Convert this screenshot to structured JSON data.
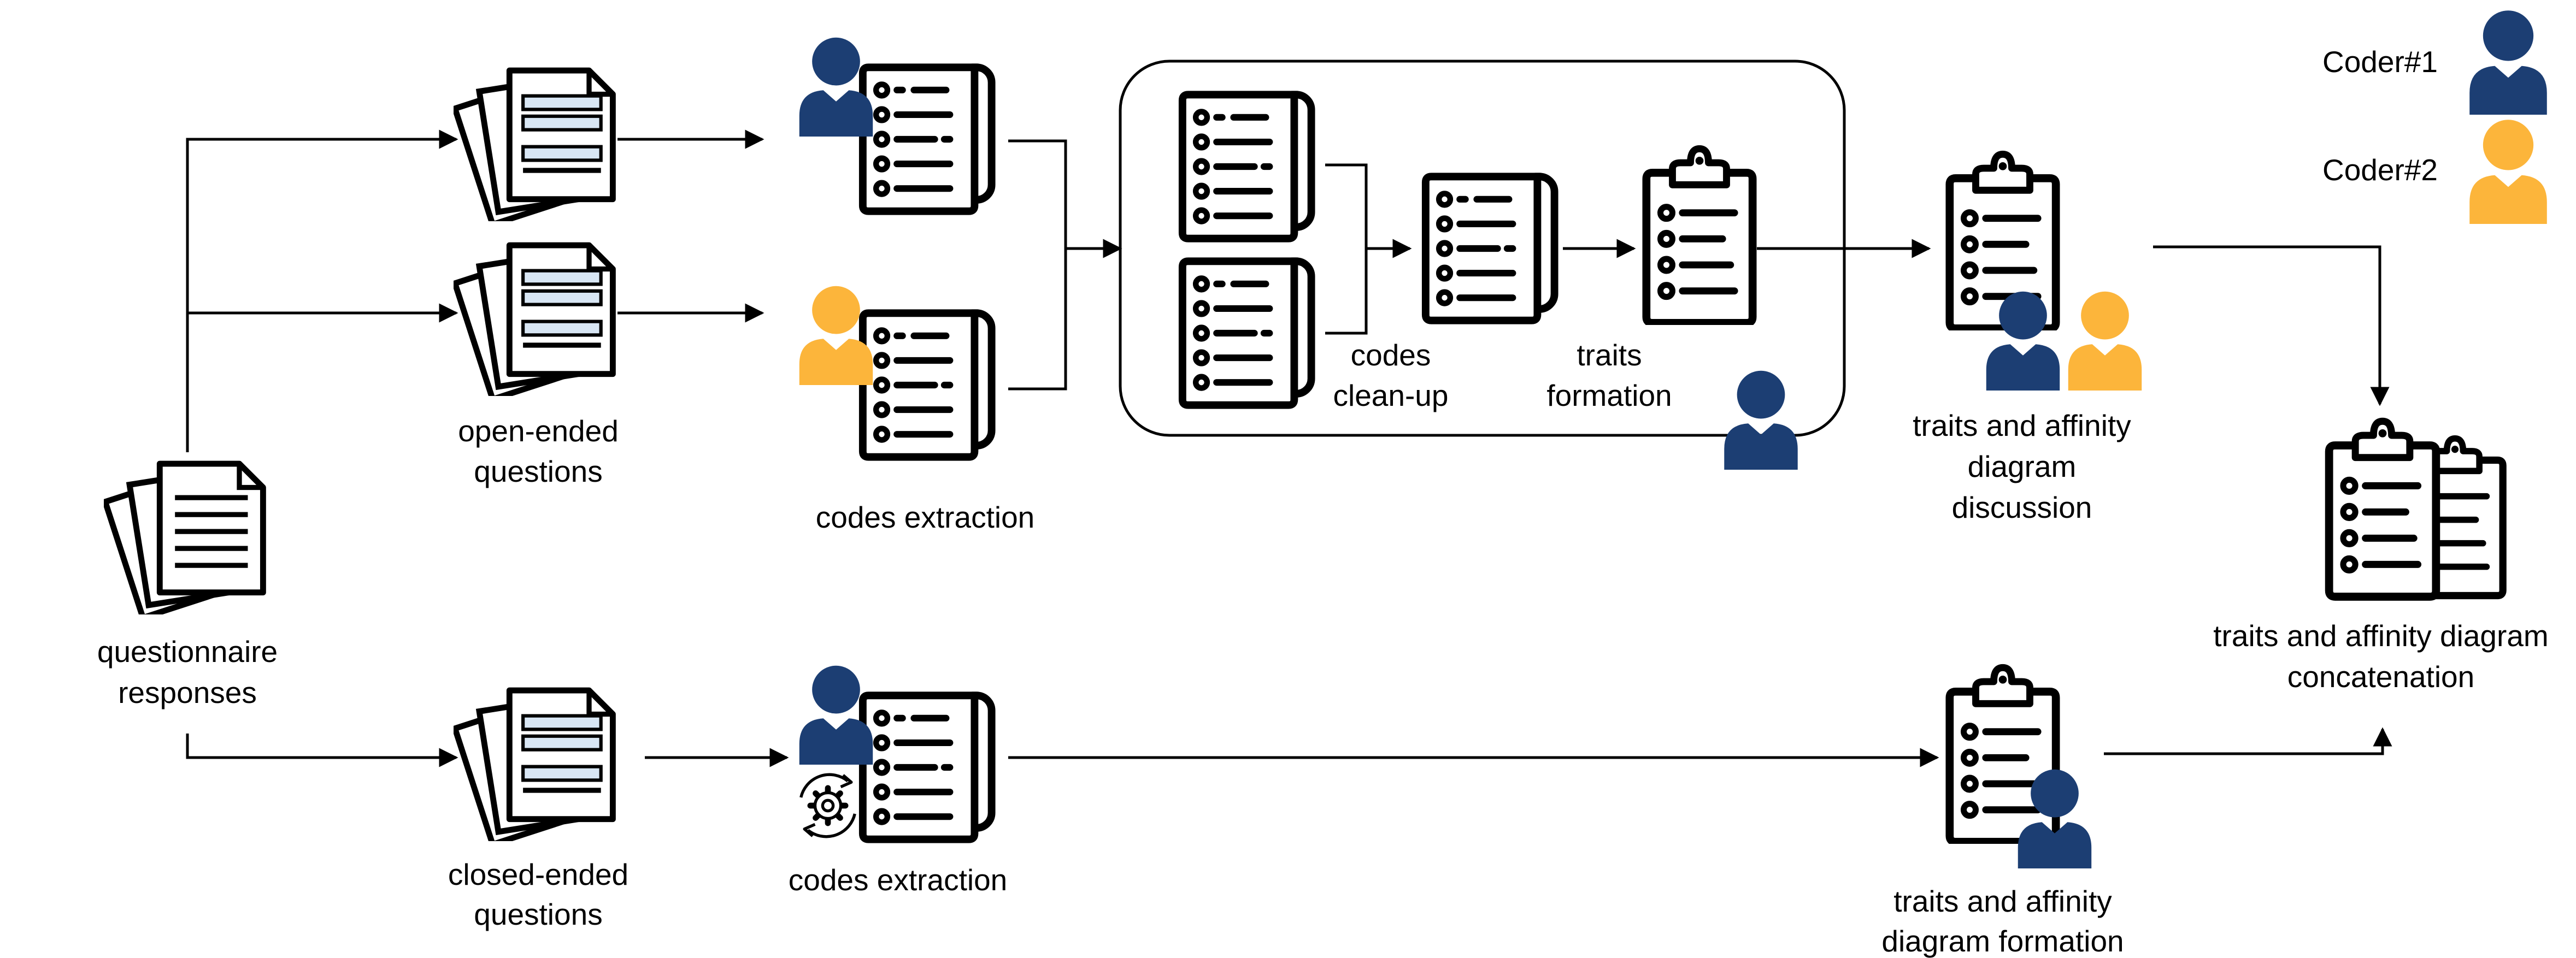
{
  "legend": {
    "coder1_label": "Coder#1",
    "coder2_label": "Coder#2",
    "coder1_color": "#1c3e73",
    "coder2_color": "#fcb53b"
  },
  "colors": {
    "line": "#000000",
    "doc_highlight": "#d8e6f4",
    "page": "#ffffff"
  },
  "nodes": {
    "questionnaire": {
      "label_1": "questionnaire",
      "label_2": "responses",
      "icon": "document-stack-icon"
    },
    "open_ended": {
      "label_1": "open-ended",
      "label_2": "questions",
      "icon": "highlighted-document-stack-icon"
    },
    "closed_ended": {
      "label_1": "closed-ended",
      "label_2": "questions",
      "icon": "highlighted-document-stack-icon"
    },
    "codes_extraction_top": {
      "label": "codes extraction",
      "icon": "scroll-list-icon"
    },
    "codes_extraction_bottom": {
      "label": "codes extraction",
      "icon": "scroll-list-icon"
    },
    "automation": {
      "icon": "gear-refresh-icon"
    },
    "codes_cleanup": {
      "label_1": "codes",
      "label_2": "clean-up",
      "icon": "scroll-list-icon"
    },
    "traits_formation": {
      "label_1": "traits",
      "label_2": "formation",
      "icon": "clipboard-icon"
    },
    "discussion": {
      "label_1": "traits and affinity",
      "label_2": "diagram",
      "label_3": "discussion",
      "icon": "clipboard-icon"
    },
    "diagram_formation": {
      "label_1": "traits and affinity",
      "label_2": "diagram formation",
      "icon": "clipboard-icon"
    },
    "concatenation": {
      "label_1": "traits and affinity diagram",
      "label_2": "concatenation",
      "icon": "stacked-clipboards-icon"
    }
  }
}
